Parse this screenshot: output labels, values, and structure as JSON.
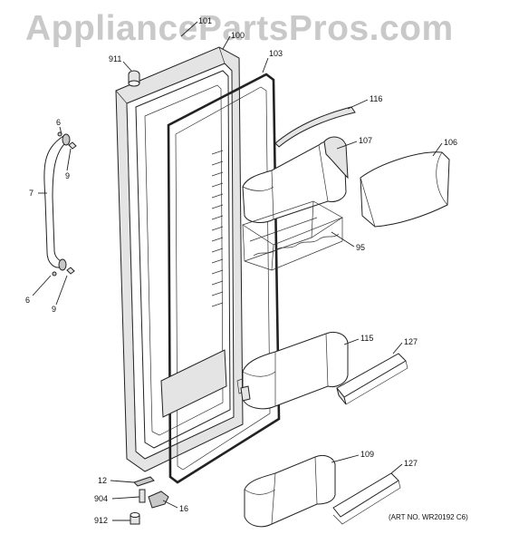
{
  "watermark": "AppliancePartsPros.com",
  "art_number": "(ART NO. WR20192 C6)",
  "callouts": {
    "door_liner_101": "101",
    "door_100": "100",
    "gasket_103": "103",
    "cap_911": "911",
    "trim_116": "116",
    "bin_107": "107",
    "cover_106": "106",
    "screw_6_top": "6",
    "plug_9_top": "9",
    "handle_7": "7",
    "rack_95": "95",
    "bin_115": "115",
    "cover_127_mid": "127",
    "screw_6_bottom": "6",
    "plug_9_bottom": "9",
    "bin_109": "109",
    "cover_127_bottom": "127",
    "hinge_12": "12",
    "screw_904": "904",
    "cam_16": "16",
    "bushing_912": "912"
  }
}
